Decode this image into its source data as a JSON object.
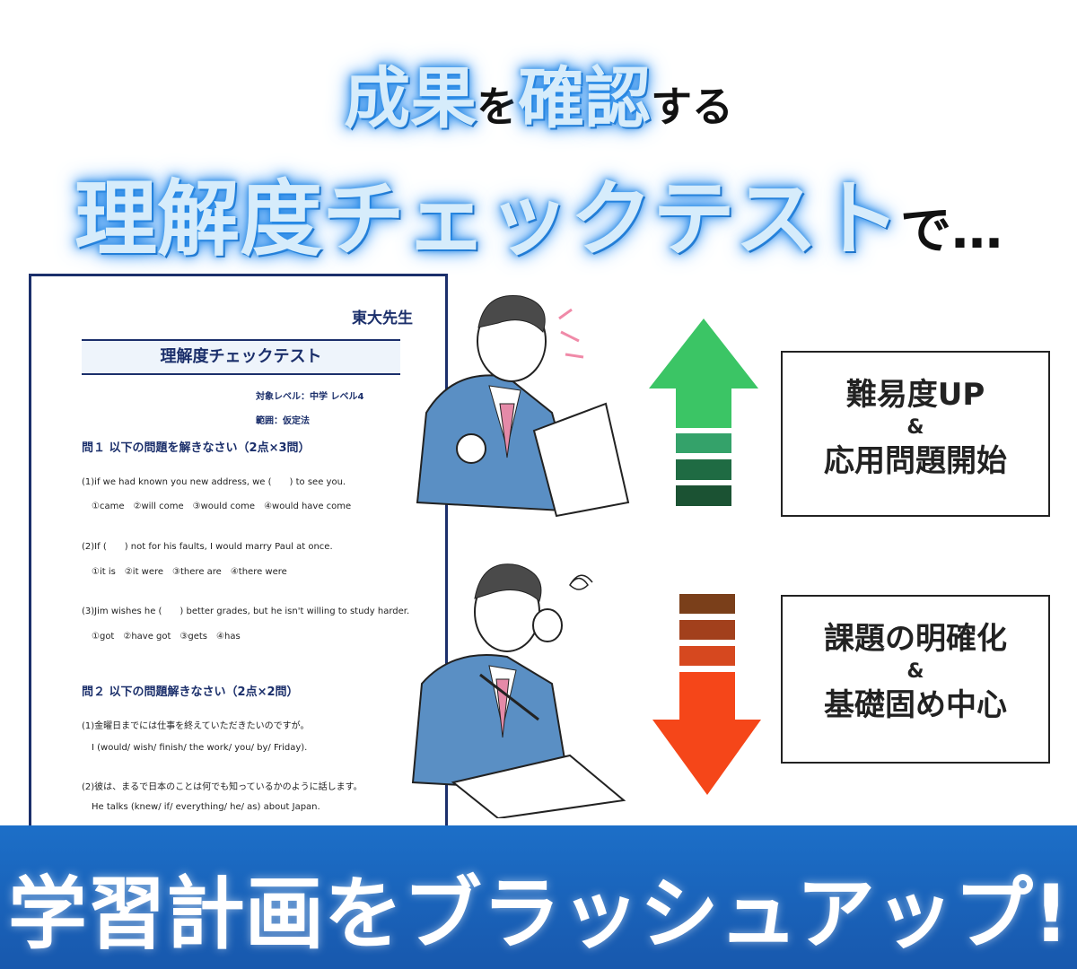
{
  "headline": {
    "line1": [
      {
        "text": "成果",
        "style": "glow"
      },
      {
        "text": "を",
        "style": "plain"
      },
      {
        "text": "確認",
        "style": "glow"
      },
      {
        "text": "する",
        "style": "plain"
      }
    ],
    "line2": [
      {
        "text": "理解度チェックテスト",
        "style": "glow"
      },
      {
        "text": "で…",
        "style": "plain"
      }
    ]
  },
  "document": {
    "logo": "東大先生",
    "title": "理解度チェックテスト",
    "level": "対象レベル：中学 レベル4",
    "scope": "範囲：仮定法",
    "q1_heading": "問１ 以下の問題を解きなさい（2点×3問）",
    "q1_items": [
      {
        "question": "(1)if we had known you new address, we (　　) to see you.",
        "choices": "①came　②will come　③would come　④would have come"
      },
      {
        "question": "(2)If (　　) not for his faults, I would marry Paul at once.",
        "choices": "①it is　②it were　③there are　④there were"
      },
      {
        "question": "(3)Jim wishes he (　　) better grades, but he isn't willing to study harder.",
        "choices": "①got　②have got　③gets　④has"
      }
    ],
    "q2_heading": "問２ 以下の問題解きなさい（2点×2問）",
    "q2_items": [
      {
        "question": "(1)金曜日までには仕事を終えていただきたいのですが。",
        "choices": "I (would/ wish/ finish/ the work/ you/ by/ Friday)."
      },
      {
        "question": "(2)彼は、まるで日本のことは何でも知っているかのように話します。",
        "choices": "He talks (knew/ if/ everything/ he/ as) about Japan."
      }
    ]
  },
  "up_box": {
    "line1": "難易度UP",
    "amp": "&",
    "line2": "応用問題開始"
  },
  "down_box": {
    "line1": "課題の明確化",
    "amp": "&",
    "line2": "基礎固め中心"
  },
  "colors": {
    "up_arrow": "#3bc565",
    "up_bars": [
      "#34a26a",
      "#1f6b43",
      "#1b5233"
    ],
    "down_arrow": "#f54619",
    "down_bars": [
      "#7a3f1a",
      "#a2401c",
      "#d6481f"
    ],
    "banner": "#1c6fc8",
    "doc_border": "#1b2f6b"
  },
  "banner": {
    "text": "学習計画をブラッシュアップ!"
  }
}
